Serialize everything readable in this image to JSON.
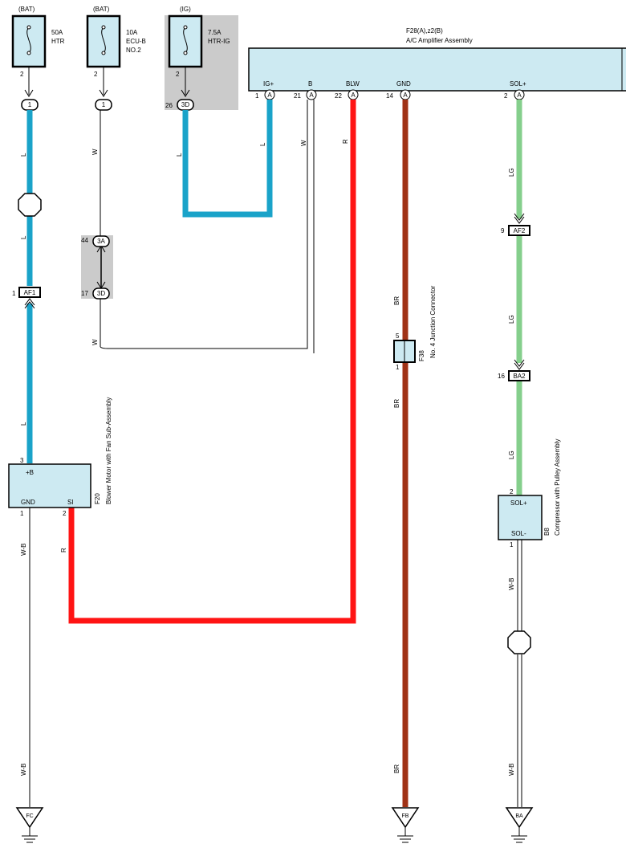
{
  "colors": {
    "L": "#1aa3c9",
    "R": "#ff1414",
    "BR": "#a03216",
    "LG": "#85cf8c",
    "box_fill": "#cdeaf2",
    "junction_gray": "#cbcbcb"
  },
  "fuses": [
    {
      "source": "(BAT)",
      "rating": "50A",
      "name1": "HTR",
      "name2": "",
      "pin": "2",
      "connector": "1",
      "pin_out": ""
    },
    {
      "source": "(BAT)",
      "rating": "10A",
      "name1": "ECU-B",
      "name2": "NO.2",
      "pin": "2",
      "connector": "1",
      "pin_out": ""
    },
    {
      "source": "(IG)",
      "rating": "7.5A",
      "name1": "HTR-IG",
      "name2": "",
      "pin": "2",
      "connector": "3D",
      "pin_out": "26"
    }
  ],
  "amplifier": {
    "id": "F28(A),z2(B)",
    "name": "A/C Amplifier Assembly",
    "terminals": [
      {
        "label": "IG+",
        "pin": "1",
        "conn": "A"
      },
      {
        "label": "B",
        "pin": "21",
        "conn": "A"
      },
      {
        "label": "BLW",
        "pin": "22",
        "conn": "A"
      },
      {
        "label": "GND",
        "pin": "14",
        "conn": "A"
      },
      {
        "label": "SOL+",
        "pin": "2",
        "conn": "A"
      }
    ]
  },
  "wire_labels": {
    "L": "L",
    "W": "W",
    "R": "R",
    "BR": "BR",
    "LG": "LG",
    "WB": "W-B"
  },
  "junctions": {
    "j3a": {
      "pin": "44",
      "label": "3A"
    },
    "j3d": {
      "pin": "17",
      "label": "3D"
    },
    "af1": {
      "pin": "1",
      "label": "AF1"
    },
    "af2": {
      "pin": "9",
      "label": "AF2"
    },
    "ba2": {
      "pin": "16",
      "label": "BA2"
    }
  },
  "blower": {
    "id": "F20",
    "name": "Blower Motor with Fan Sub-Assembly",
    "pin_b": "3",
    "term_b": "+B",
    "term_gnd": "GND",
    "term_si": "SI",
    "pin_gnd": "1",
    "pin_si": "2"
  },
  "junction_connector": {
    "id": "F38",
    "name": "No. 4 Junction Connector",
    "pin_top": "5",
    "pin_bottom": "1"
  },
  "compressor": {
    "id": "B8",
    "name": "Compressor with Pulley Assembly",
    "term_pos": "SOL+",
    "term_neg": "SOL-",
    "pin_top": "2",
    "pin_bottom": "1"
  },
  "grounds": [
    "FC",
    "FB",
    "BA"
  ]
}
